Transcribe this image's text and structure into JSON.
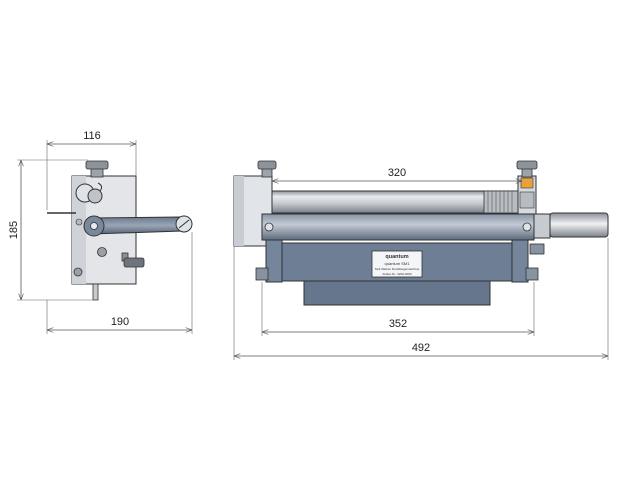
{
  "dimensions": {
    "side_width": "116",
    "side_height": "185",
    "side_total_width": "190",
    "roller_length": "320",
    "base_length": "352",
    "overall_length": "492"
  },
  "nameplate": {
    "brand": "quantum",
    "model": "quantum SM1",
    "line1": "Sick Walzen Rundbiegemaschine",
    "line2": "Artikel-Nr.: 3200-0000"
  },
  "colors": {
    "outline": "#333333",
    "steel_light": "#e2e4e8",
    "steel_mid": "#b9bec6",
    "steel_dark": "#5f6e82",
    "frame_blue": "#6d7e95",
    "dim_line": "#555555"
  }
}
